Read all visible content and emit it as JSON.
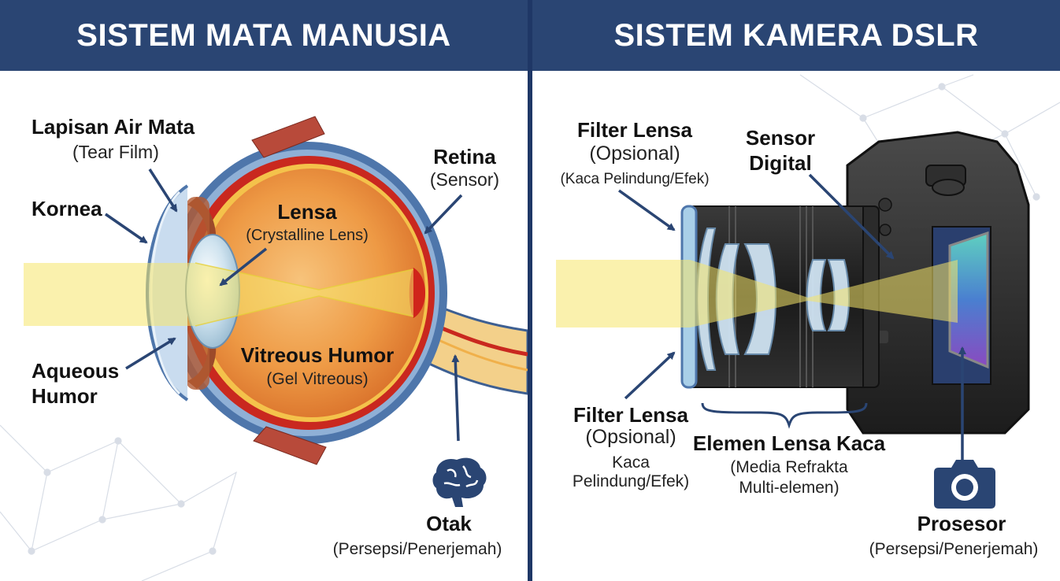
{
  "colors": {
    "header_bg": "#2a4573",
    "divider": "#1f3766",
    "arrow": "#2a4573",
    "light_beam": "#f5e66a",
    "eye_inner": "#e9862e",
    "retina_red": "#d0241b",
    "camera_body": "#2a2a2a"
  },
  "left": {
    "title": "SISTEM MATA MANUSIA",
    "tear_film": {
      "name": "Lapisan Air Mata",
      "desc": "(Tear Film)"
    },
    "cornea": {
      "name": "Kornea"
    },
    "aqueous": {
      "name_1": "Aqueous",
      "name_2": "Humor"
    },
    "lens": {
      "name": "Lensa",
      "desc": "(Crystalline Lens)"
    },
    "retina": {
      "name": "Retina",
      "desc": "(Sensor)"
    },
    "vitreous": {
      "name": "Vitreous Humor",
      "desc": "(Gel Vitreous)"
    },
    "brain": {
      "name": "Otak",
      "desc": "(Persepsi/Penerjemah)",
      "icon": "brain-icon"
    }
  },
  "right": {
    "title": "SISTEM KAMERA DSLR",
    "filter_top": {
      "name": "Filter Lensa",
      "desc_1": "(Opsional)",
      "desc_2": "(Kaca Pelindung/Efek)"
    },
    "sensor": {
      "name_1": "Sensor",
      "name_2": "Digital"
    },
    "filter_bottom": {
      "name": "Filter Lensa",
      "desc_1": "(Opsional)",
      "desc_2": "Kaca",
      "desc_3": "Pelindung/Efek)"
    },
    "glass_elements": {
      "name": "Elemen Lensa Kaca",
      "desc_1": "(Media Refrakta",
      "desc_2": "Multi-elemen)"
    },
    "processor": {
      "name": "Prosesor",
      "desc": "(Persepsi/Penerjemah)",
      "icon": "camera-icon"
    }
  }
}
